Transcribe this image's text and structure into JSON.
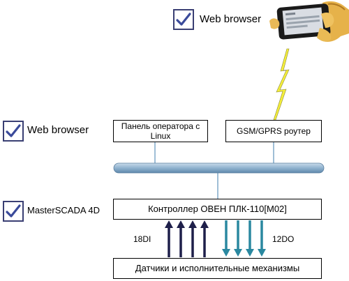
{
  "top_client": {
    "label": "Web browser",
    "checked": true,
    "icon": "checkbox-checked-icon"
  },
  "left_client": {
    "label": "Web browser",
    "checked": true,
    "icon": "checkbox-checked-icon"
  },
  "scada": {
    "label": "MasterSCADA 4D",
    "checked": true,
    "icon": "checkbox-checked-icon"
  },
  "operator_panel": {
    "label": "Панель оператора с Linux"
  },
  "gsm_router": {
    "label": "GSM/GPRS роутер"
  },
  "controller": {
    "label": "Контроллер ОВЕН ПЛК-110[М02]"
  },
  "devices": {
    "label": "Датчики и исполнительные механизмы"
  },
  "inputs": {
    "label": "18DI",
    "arrow_count": 4,
    "color": "#1e1f4a"
  },
  "outputs": {
    "label": "12DO",
    "arrow_count": 4,
    "color": "#2a88a0"
  },
  "colors": {
    "bus": "#7fa8c9",
    "checkbox_border": "#3a3f73",
    "check_mark": "#3a4a9a",
    "lightning": "#f5ef3a"
  },
  "phone_icon": "hand-holding-phone-icon"
}
